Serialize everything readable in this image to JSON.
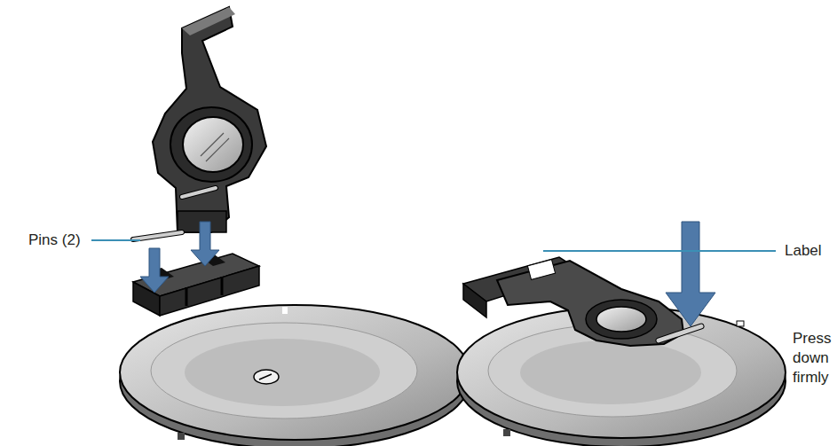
{
  "diagram": {
    "labels": [
      "Pins (2)",
      "Label",
      "Press down firmly"
    ]
  }
}
